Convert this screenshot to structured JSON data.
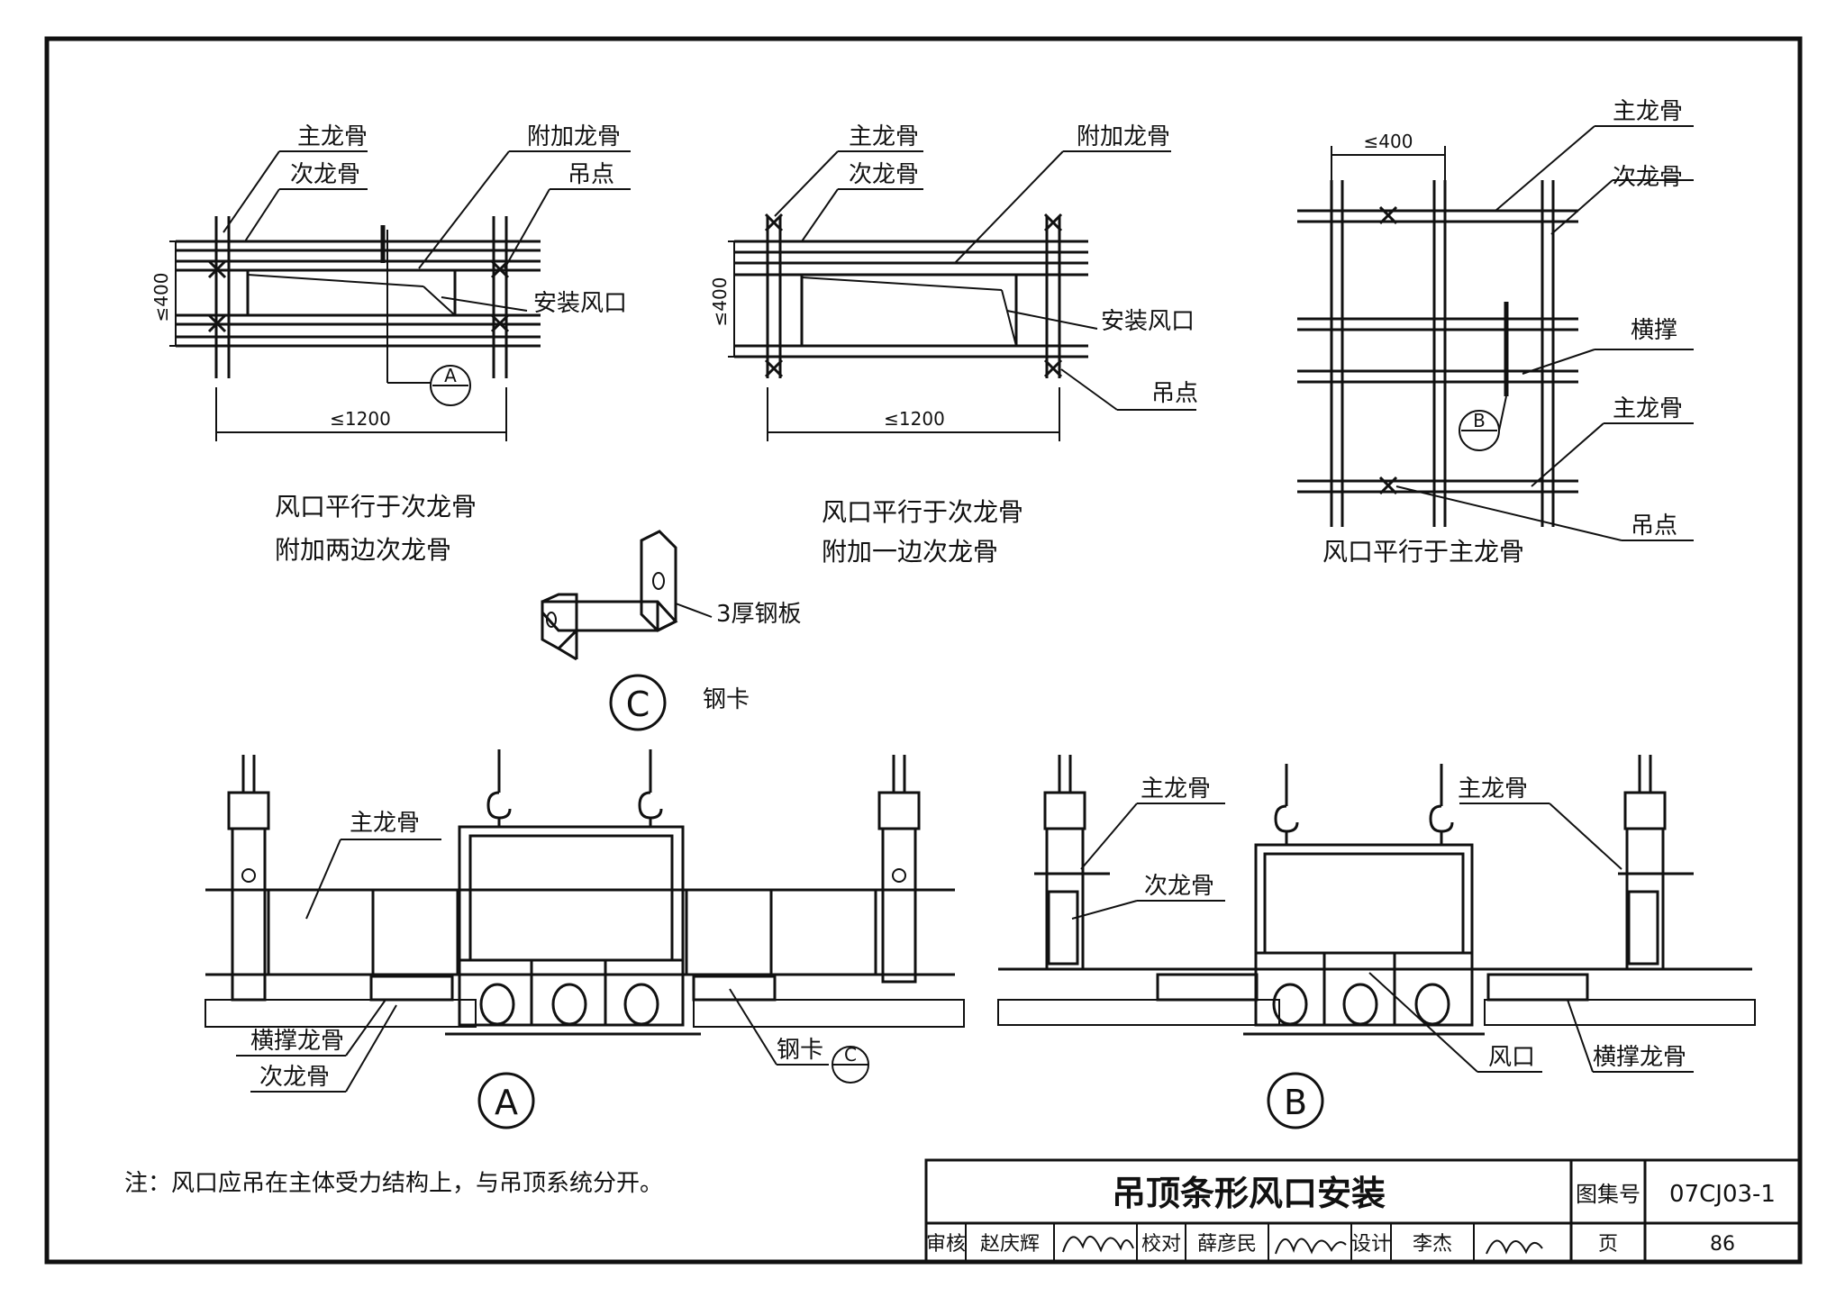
{
  "drawing": {
    "plan_left": {
      "labels": {
        "main_keel": "主龙骨",
        "secondary_keel": "次龙骨",
        "additional_keel": "附加龙骨",
        "hanging_point": "吊点",
        "install_vent": "安装风口"
      },
      "dim_width": "≤1200",
      "dim_height": "≤400",
      "detail_ref": "A",
      "caption_line1": "风口平行于次龙骨",
      "caption_line2": "附加两边次龙骨"
    },
    "plan_middle": {
      "labels": {
        "main_keel": "主龙骨",
        "secondary_keel": "次龙骨",
        "additional_keel": "附加龙骨",
        "hanging_point": "吊点",
        "install_vent": "安装风口"
      },
      "dim_width": "≤1200",
      "dim_height": "≤400",
      "caption_line1": "风口平行于次龙骨",
      "caption_line2": "附加一边次龙骨"
    },
    "plan_right": {
      "labels": {
        "main_keel_top": "主龙骨",
        "secondary_keel": "次龙骨",
        "cross_brace": "横撑",
        "main_keel_mid": "主龙骨",
        "hanging_point": "吊点"
      },
      "dim_width": "≤400",
      "detail_ref": "B",
      "caption": "风口平行于主龙骨"
    },
    "clip_detail": {
      "plate_label": "3厚钢板",
      "ref": "C",
      "name": "钢卡"
    },
    "section_a": {
      "main_keel": "主龙骨",
      "cross_brace_keel": "横撑龙骨",
      "secondary_keel": "次龙骨",
      "steel_clip": "钢卡",
      "clip_ref": "C",
      "ref": "A"
    },
    "section_b": {
      "main_keel_left": "主龙骨",
      "main_keel_right": "主龙骨",
      "secondary_keel": "次龙骨",
      "vent": "风口",
      "cross_brace_keel": "横撑龙骨",
      "ref": "B"
    },
    "note": "注：风口应吊在主体受力结构上，与吊顶系统分开。"
  },
  "title_block": {
    "title": "吊顶条形风口安装",
    "atlas_label": "图集号",
    "atlas_no": "07CJ03-1",
    "review_label": "审核",
    "reviewer": "赵庆辉",
    "check_label": "校对",
    "checker": "薛彦民",
    "design_label": "设计",
    "designer": "李杰",
    "page_label": "页",
    "page_no": "86"
  }
}
